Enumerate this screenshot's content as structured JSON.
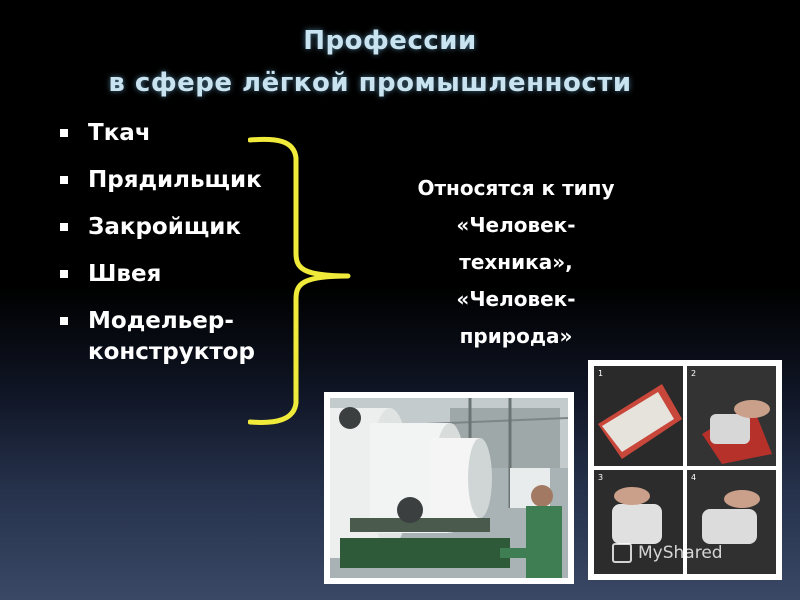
{
  "title": {
    "line1": "Профессии",
    "line2": "в сфере лёгкой промышленности"
  },
  "professions": [
    "Ткач",
    "Прядильщик",
    "Закройщик",
    "Швея",
    "Модельер-\nконструктор"
  ],
  "note": {
    "line1": "Относятся к типу",
    "line2": "«Человек-",
    "line3": "техника»,",
    "line4": "«Человек-",
    "line5": "природа»"
  },
  "photo_steps": [
    "1",
    "2",
    "3",
    "4"
  ],
  "watermark": "MyShared",
  "colors": {
    "background": "#000000",
    "title": "#c9e3f0",
    "text": "#ffffff",
    "brace": "#f0ea3a"
  }
}
